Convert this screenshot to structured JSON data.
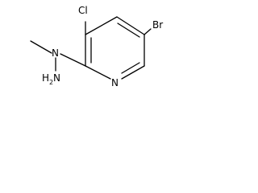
{
  "molecule": {
    "atoms": {
      "cl": "Cl",
      "br": "Br",
      "n_ring": "N",
      "n_methyl": "N",
      "nh2_h": "H",
      "nh2_sub": "2",
      "nh2_n": "N"
    },
    "colors": {
      "bond": "#000000",
      "text": "#000000",
      "background": "#ffffff"
    }
  }
}
